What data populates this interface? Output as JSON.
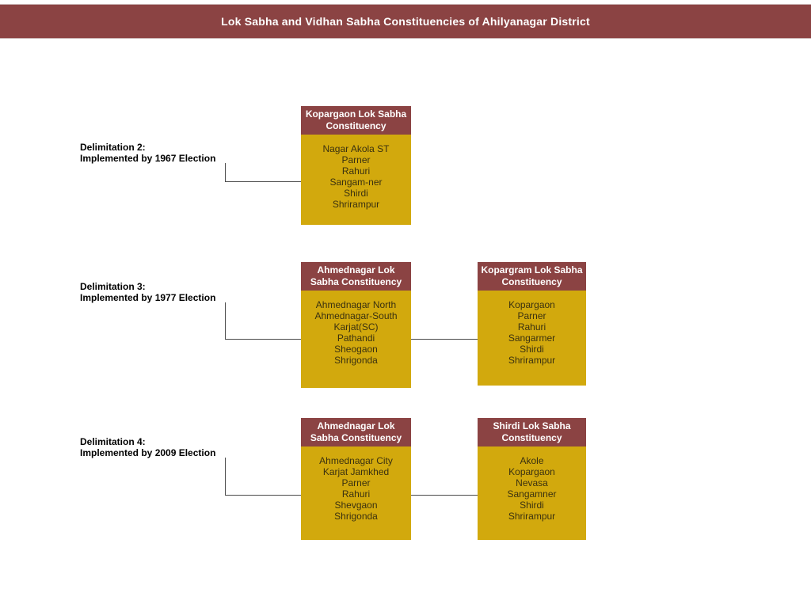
{
  "title": "Lok Sabha and Vidhan Sabha Constituencies of Ahilyanagar District",
  "colors": {
    "header_maroon": "#8B4343",
    "body_gold": "#D2A90D",
    "connector_line": "#4A4A4A",
    "header_text": "#FFFFFF",
    "body_text": "#3A3110"
  },
  "rows": [
    {
      "label_line1": "Delimitation 2:",
      "label_line2": "Implemented by 1967 Election",
      "boxes": [
        {
          "header": "Kopargaon Lok Sabha Constituency",
          "items": [
            "Nagar Akola ST",
            "Parner",
            "Rahuri",
            "Sangam-ner",
            "Shirdi",
            "Shrirampur"
          ]
        }
      ]
    },
    {
      "label_line1": "Delimitation 3:",
      "label_line2": "Implemented by 1977 Election",
      "boxes": [
        {
          "header": "Ahmednagar Lok Sabha Constituency",
          "items": [
            "Ahmednagar North",
            "Ahmednagar-South",
            "Karjat(SC)",
            "Pathandi",
            "Sheogaon",
            "Shrigonda"
          ]
        },
        {
          "header": "Kopargram Lok Sabha Constituency",
          "items": [
            "Kopargaon",
            "Parner",
            "Rahuri",
            "Sangarmer",
            "Shirdi",
            "Shrirampur"
          ]
        }
      ]
    },
    {
      "label_line1": "Delimitation 4:",
      "label_line2": "Implemented by 2009 Election",
      "boxes": [
        {
          "header": "Ahmednagar Lok Sabha Constituency",
          "items": [
            "Ahmednagar City",
            "Karjat Jamkhed",
            "Parner",
            "Rahuri",
            "Shevgaon",
            "Shrigonda"
          ]
        },
        {
          "header": "Shirdi Lok Sabha Constituency",
          "items": [
            "Akole",
            "Kopargaon",
            "Nevasa",
            "Sangamner",
            "Shirdi",
            "Shrirampur"
          ]
        }
      ]
    }
  ]
}
